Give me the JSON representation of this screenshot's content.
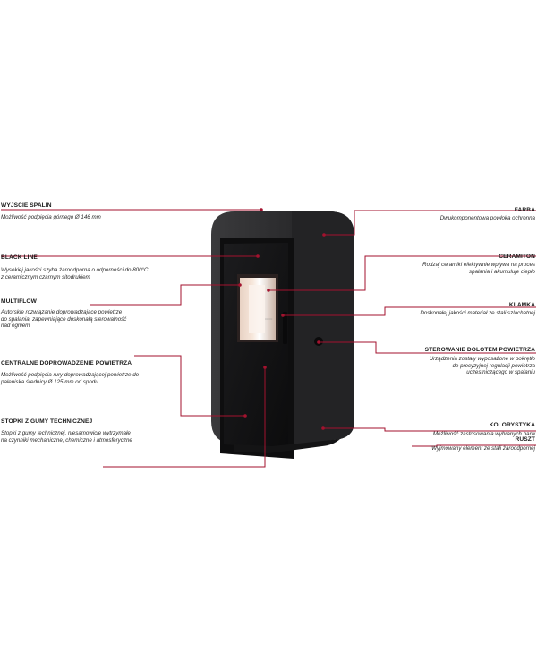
{
  "callouts": {
    "wyjscie_spalin": {
      "title": "WYJŚCIE SPALIN",
      "lines": [
        "Możliwość podpięcia górnego Ø 146 mm"
      ]
    },
    "black_line": {
      "title": "BLACK LINE",
      "lines": [
        "Wysokiej jakości szyba żaroodporna o odporności do 800°C",
        "z ceramicznym czarnym sitodrukiem"
      ]
    },
    "multiflow": {
      "title": "MULTIFLOW",
      "lines": [
        "Autorskie rozwiązanie doprowadzające powietrze",
        "do spalania, zapewniające doskonałą sterowalność",
        "nad ogniem"
      ]
    },
    "centralne": {
      "title": "CENTRALNE DOPROWADZENIE POWIETRZA",
      "lines": [
        "Możliwość podpięcia rury doprowadzającej powietrze do",
        "paleniska średnicy Ø 125 mm od spodu"
      ]
    },
    "stopki": {
      "title": "STOPKI Z GUMY TECHNICZNEJ",
      "lines": [
        "Stopki z gumy technicznej, niesamowicie wytrzymałe",
        "na czynniki mechaniczne, chemiczne i atmosferyczne"
      ]
    },
    "farba": {
      "title": "FARBA",
      "lines": [
        "Dwukomponentowa powłoka ochronna"
      ]
    },
    "ceramiton": {
      "title": "CERAMITON",
      "lines": [
        "Rodzaj ceramiki efektywnie wpływa na proces",
        "spalania i akumuluje ciepło"
      ]
    },
    "klamka": {
      "title": "KLAMKA",
      "lines": [
        "Doskonałej jakości materiał ze stali szlachetnej"
      ]
    },
    "sterowanie": {
      "title": "STEROWANIE DOLOTEM POWIETRZA",
      "lines": [
        "Urządzenia zostały wyposażone w pokrętło",
        "do precyzyjnej regulacji powietrza",
        "uczestniczącego w spalaniu"
      ]
    },
    "kolorystyka": {
      "title": "KOLORYSTYKA",
      "lines": [
        "Możliwość zastosowania wybranych barw"
      ]
    },
    "ruszt": {
      "title": "RUSZT",
      "lines": [
        "Wyjmowany element ze stali żaroodpornej"
      ]
    }
  },
  "stove": {
    "brand_mark": "≈≈≈≈≈"
  },
  "colors": {
    "accent": "#a3122e",
    "body": "#2a2a2c",
    "glass": "#111113"
  }
}
